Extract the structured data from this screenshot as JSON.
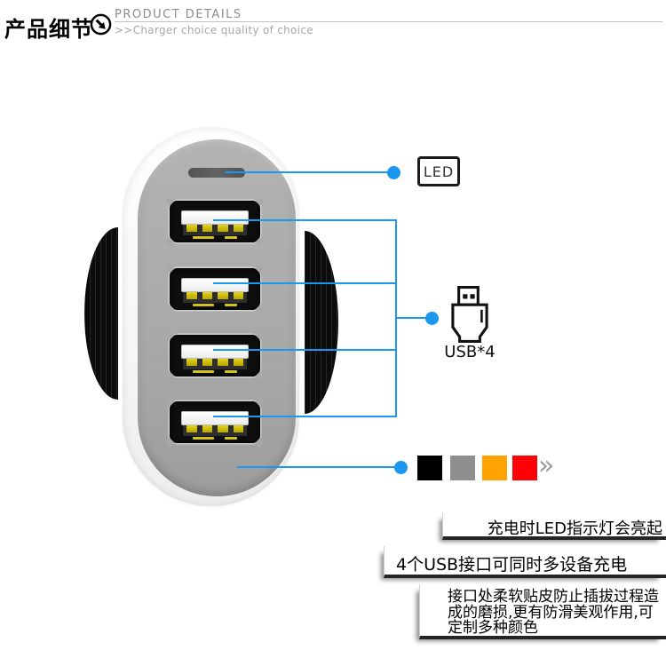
{
  "header": {
    "title_cn": "产品细节",
    "title_en": "PRODUCT  DETAILS",
    "subtitle": ">>Charger  choice  quality of choice"
  },
  "device": {
    "usb_port_count": 4,
    "accent_blue": "#1b97f0"
  },
  "callouts": {
    "led": {
      "label": "LED"
    },
    "usb": {
      "label": "USB*4"
    },
    "colors_arrow": "»"
  },
  "swatches": [
    {
      "name": "black",
      "color": "#000000"
    },
    {
      "name": "gray",
      "color": "#8f8f8f"
    },
    {
      "name": "orange",
      "color": "#ffa302"
    },
    {
      "name": "red",
      "color": "#fd0105"
    }
  ],
  "features": [
    {
      "text": "充电时LED指示灯会亮起"
    },
    {
      "text": "4个USB接口可同时多设备充电"
    },
    {
      "text": "接口处柔软贴皮防止插拔过程造成的磨损,更有防滑美观作用,可定制多种颜色"
    }
  ]
}
